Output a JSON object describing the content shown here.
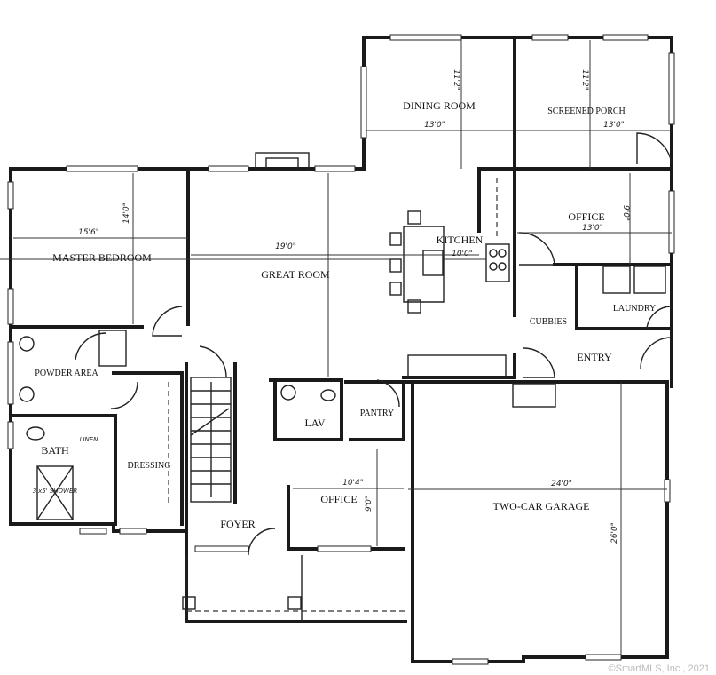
{
  "rooms": {
    "dining_room": "DINING ROOM",
    "screened_porch": "SCREENED PORCH",
    "office_rear": "OFFICE",
    "kitchen": "KITCHEN",
    "master_bedroom": "MASTER BEDROOM",
    "great_room": "GREAT ROOM",
    "cubbies": "CUBBIES",
    "laundry": "LAUNDRY",
    "entry": "ENTRY",
    "powder_area": "POWDER AREA",
    "lav": "LAV",
    "pantry": "PANTRY",
    "bath": "BATH",
    "linen": "LINEN",
    "dressing": "DRESSING",
    "office_front": "OFFICE",
    "garage": "TWO-CAR GARAGE",
    "foyer": "FOYER",
    "shower": "3'x5' SHOWER"
  },
  "dimensions": {
    "dining_w": "13'0\"",
    "dining_d": "11'2\"",
    "porch_w": "13'0\"",
    "porch_d": "11'2\"",
    "office_rear_w": "13'0\"",
    "office_rear_d": "9'0\"",
    "kitchen_w": "10'0\"",
    "master_w": "15'6\"",
    "master_d": "14'0\"",
    "great_w": "19'0\"",
    "office_front_w": "10'4\"",
    "office_front_d": "9'0\"",
    "garage_w": "24'0\"",
    "garage_d": "26'0\""
  },
  "watermark": "©SmartMLS, Inc., 2021"
}
